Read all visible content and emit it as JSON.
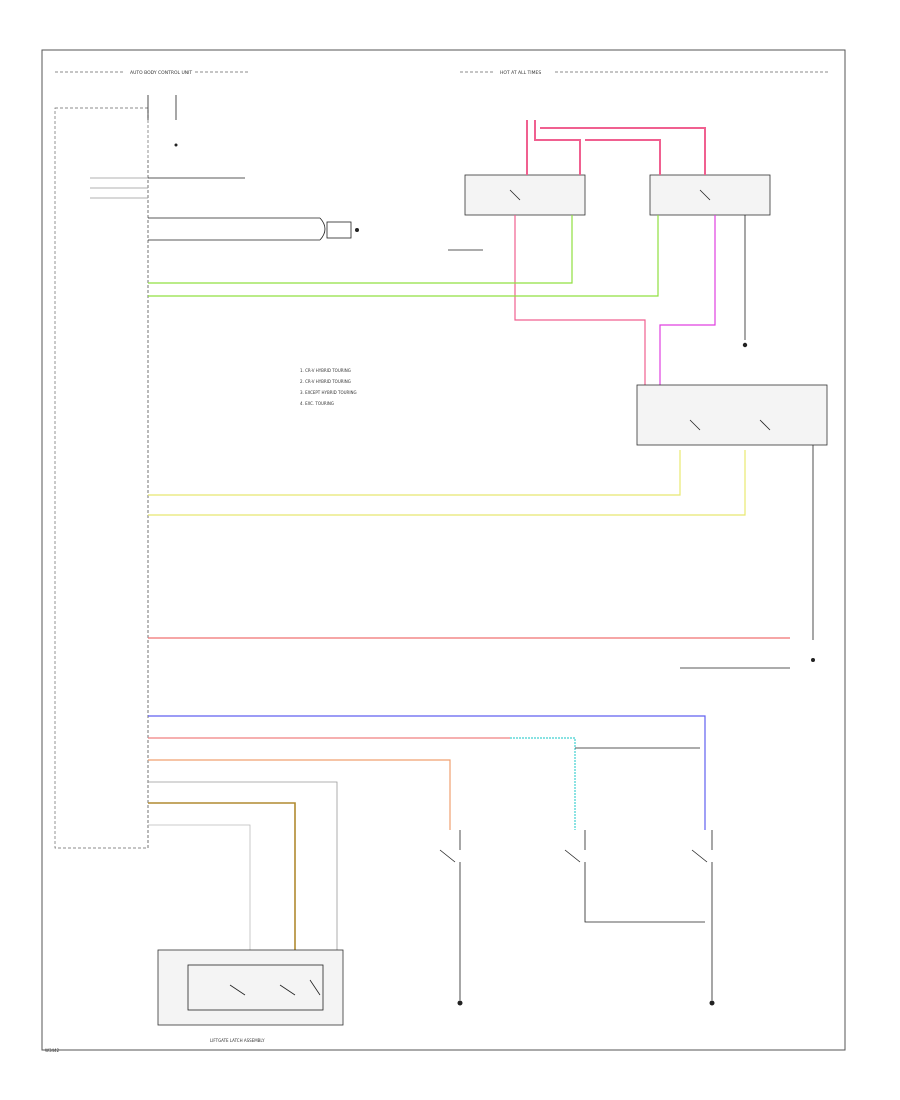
{
  "headers": {
    "left_box": "AUTO BODY CONTROL UNIT",
    "right_region": "HOT AT ALL TIMES"
  },
  "legend": {
    "items": [
      "1. CR-V HYBRID TOURING",
      "2. CR-V HYBRID TOURING",
      "3. EXCEPT HYBRID TOURING",
      "4. EXC. TOURING"
    ]
  },
  "footer": {
    "left_code": "W3442",
    "bottom_box_caption": "LIFTGATE LATCH ASSEMBLY"
  },
  "colors": {
    "pink": "#f06090",
    "magenta": "#e040e0",
    "lime": "#90e040",
    "yellow": "#e8e870",
    "red": "#f07070",
    "blue": "#6060f0",
    "orange": "#f0a070",
    "olive": "#b08a30",
    "cyan": "#40d0d0"
  }
}
